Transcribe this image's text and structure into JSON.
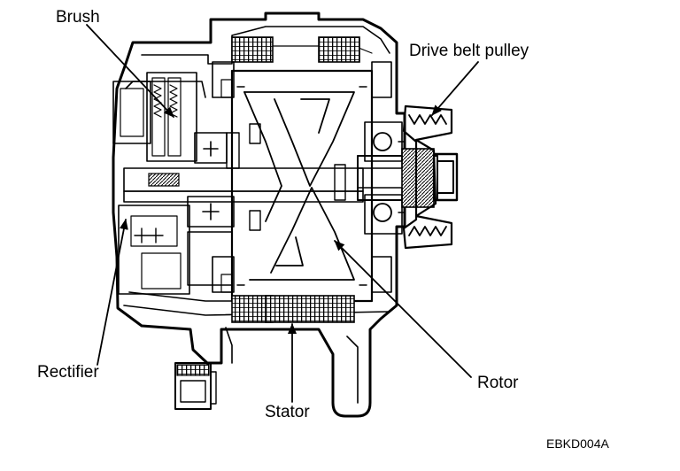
{
  "labels": {
    "brush": "Brush",
    "drive_belt_pulley": "Drive belt pulley",
    "rectifier": "Rectifier",
    "stator": "Stator",
    "rotor": "Rotor"
  },
  "figure_code": "EBKD004A"
}
